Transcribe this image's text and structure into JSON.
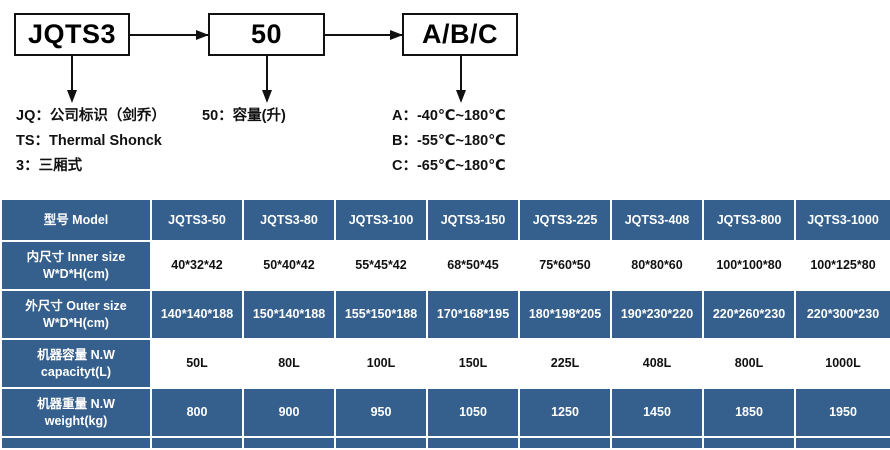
{
  "diagram": {
    "boxes": [
      {
        "name": "model-prefix",
        "text": "JQTS3"
      },
      {
        "name": "volume",
        "text": "50"
      },
      {
        "name": "temp-range",
        "text": "A/B/C"
      }
    ],
    "legends": {
      "company": [
        "JQ：公司标识（剑乔）",
        "TS：Thermal Shonck",
        "3：三厢式"
      ],
      "volume": [
        "50：容量(升)"
      ],
      "temperature": [
        "A：-40℃~180℃",
        "B：-55℃~180℃",
        "C：-65℃~180℃"
      ]
    }
  },
  "table": {
    "header": {
      "label": "型号 Model",
      "models": [
        "JQTS3-50",
        "JQTS3-80",
        "JQTS3-100",
        "JQTS3-150",
        "JQTS3-225",
        "JQTS3-408",
        "JQTS3-800",
        "JQTS3-1000"
      ]
    },
    "rows": [
      {
        "label_line1": "内尺寸 Inner size",
        "label_line2": "W*D*H(cm)",
        "style": "white",
        "values": [
          "40*32*42",
          "50*40*42",
          "55*45*42",
          "68*50*45",
          "75*60*50",
          "80*80*60",
          "100*100*80",
          "100*125*80"
        ]
      },
      {
        "label_line1": "外尺寸 Outer size",
        "label_line2": "W*D*H(cm)",
        "style": "blue",
        "values": [
          "140*140*188",
          "150*140*188",
          "155*150*188",
          "170*168*195",
          "180*198*205",
          "190*230*220",
          "220*260*230",
          "220*300*230"
        ]
      },
      {
        "label_line1": "机器容量 N.W",
        "label_line2": "capacityt(L)",
        "style": "white",
        "values": [
          "50L",
          "80L",
          "100L",
          "150L",
          "225L",
          "408L",
          "800L",
          "1000L"
        ]
      },
      {
        "label_line1": "机器重量 N.W",
        "label_line2": "weight(kg)",
        "style": "blue",
        "values": [
          "800",
          "900",
          "950",
          "1050",
          "1250",
          "1450",
          "1850",
          "1950"
        ]
      }
    ]
  },
  "colors": {
    "table_blue": "#35608D",
    "table_white": "#FFFFFF",
    "ink": "#111111"
  }
}
